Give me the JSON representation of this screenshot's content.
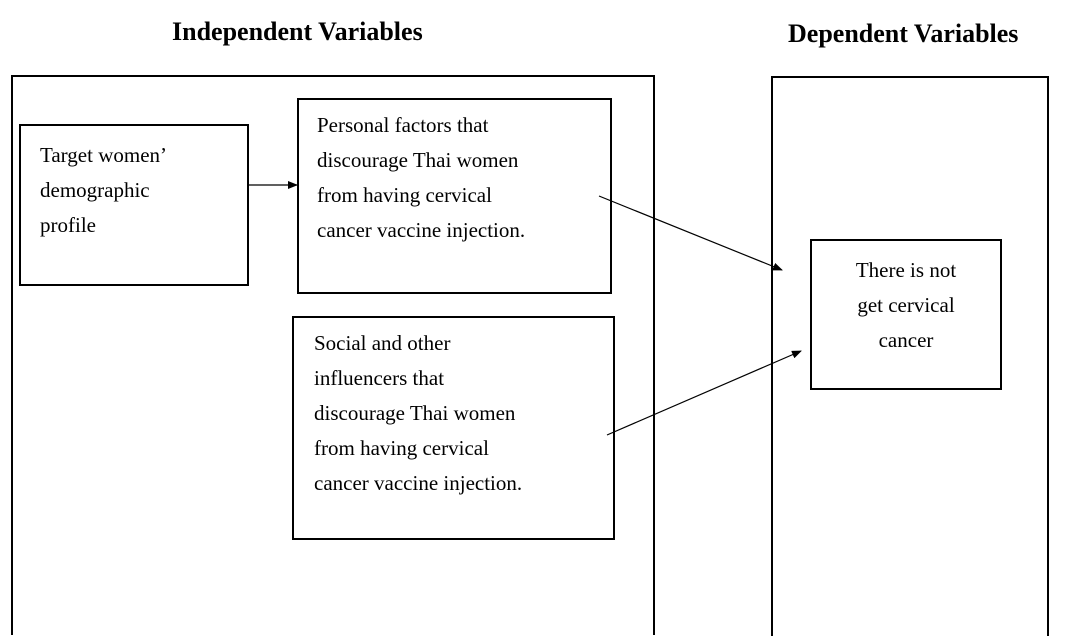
{
  "headings": {
    "independent": "Independent Variables",
    "dependent": "Dependent Variables"
  },
  "boxes": {
    "demographic": {
      "lines": [
        "Target women’",
        "demographic",
        "profile"
      ]
    },
    "personal": {
      "lines": [
        "Personal factors that",
        "discourage Thai women",
        "from having cervical",
        "cancer vaccine injection."
      ]
    },
    "social": {
      "lines": [
        "Social and other",
        "influencers that",
        "discourage Thai women",
        "from having cervical",
        "cancer vaccine injection."
      ]
    },
    "outcome": {
      "lines": [
        "There is not",
        "get cervical",
        "cancer"
      ]
    }
  },
  "connections": [
    {
      "from": "demographic",
      "to": "personal"
    },
    {
      "from": "personal",
      "to": "outcome"
    },
    {
      "from": "social",
      "to": "outcome"
    }
  ]
}
